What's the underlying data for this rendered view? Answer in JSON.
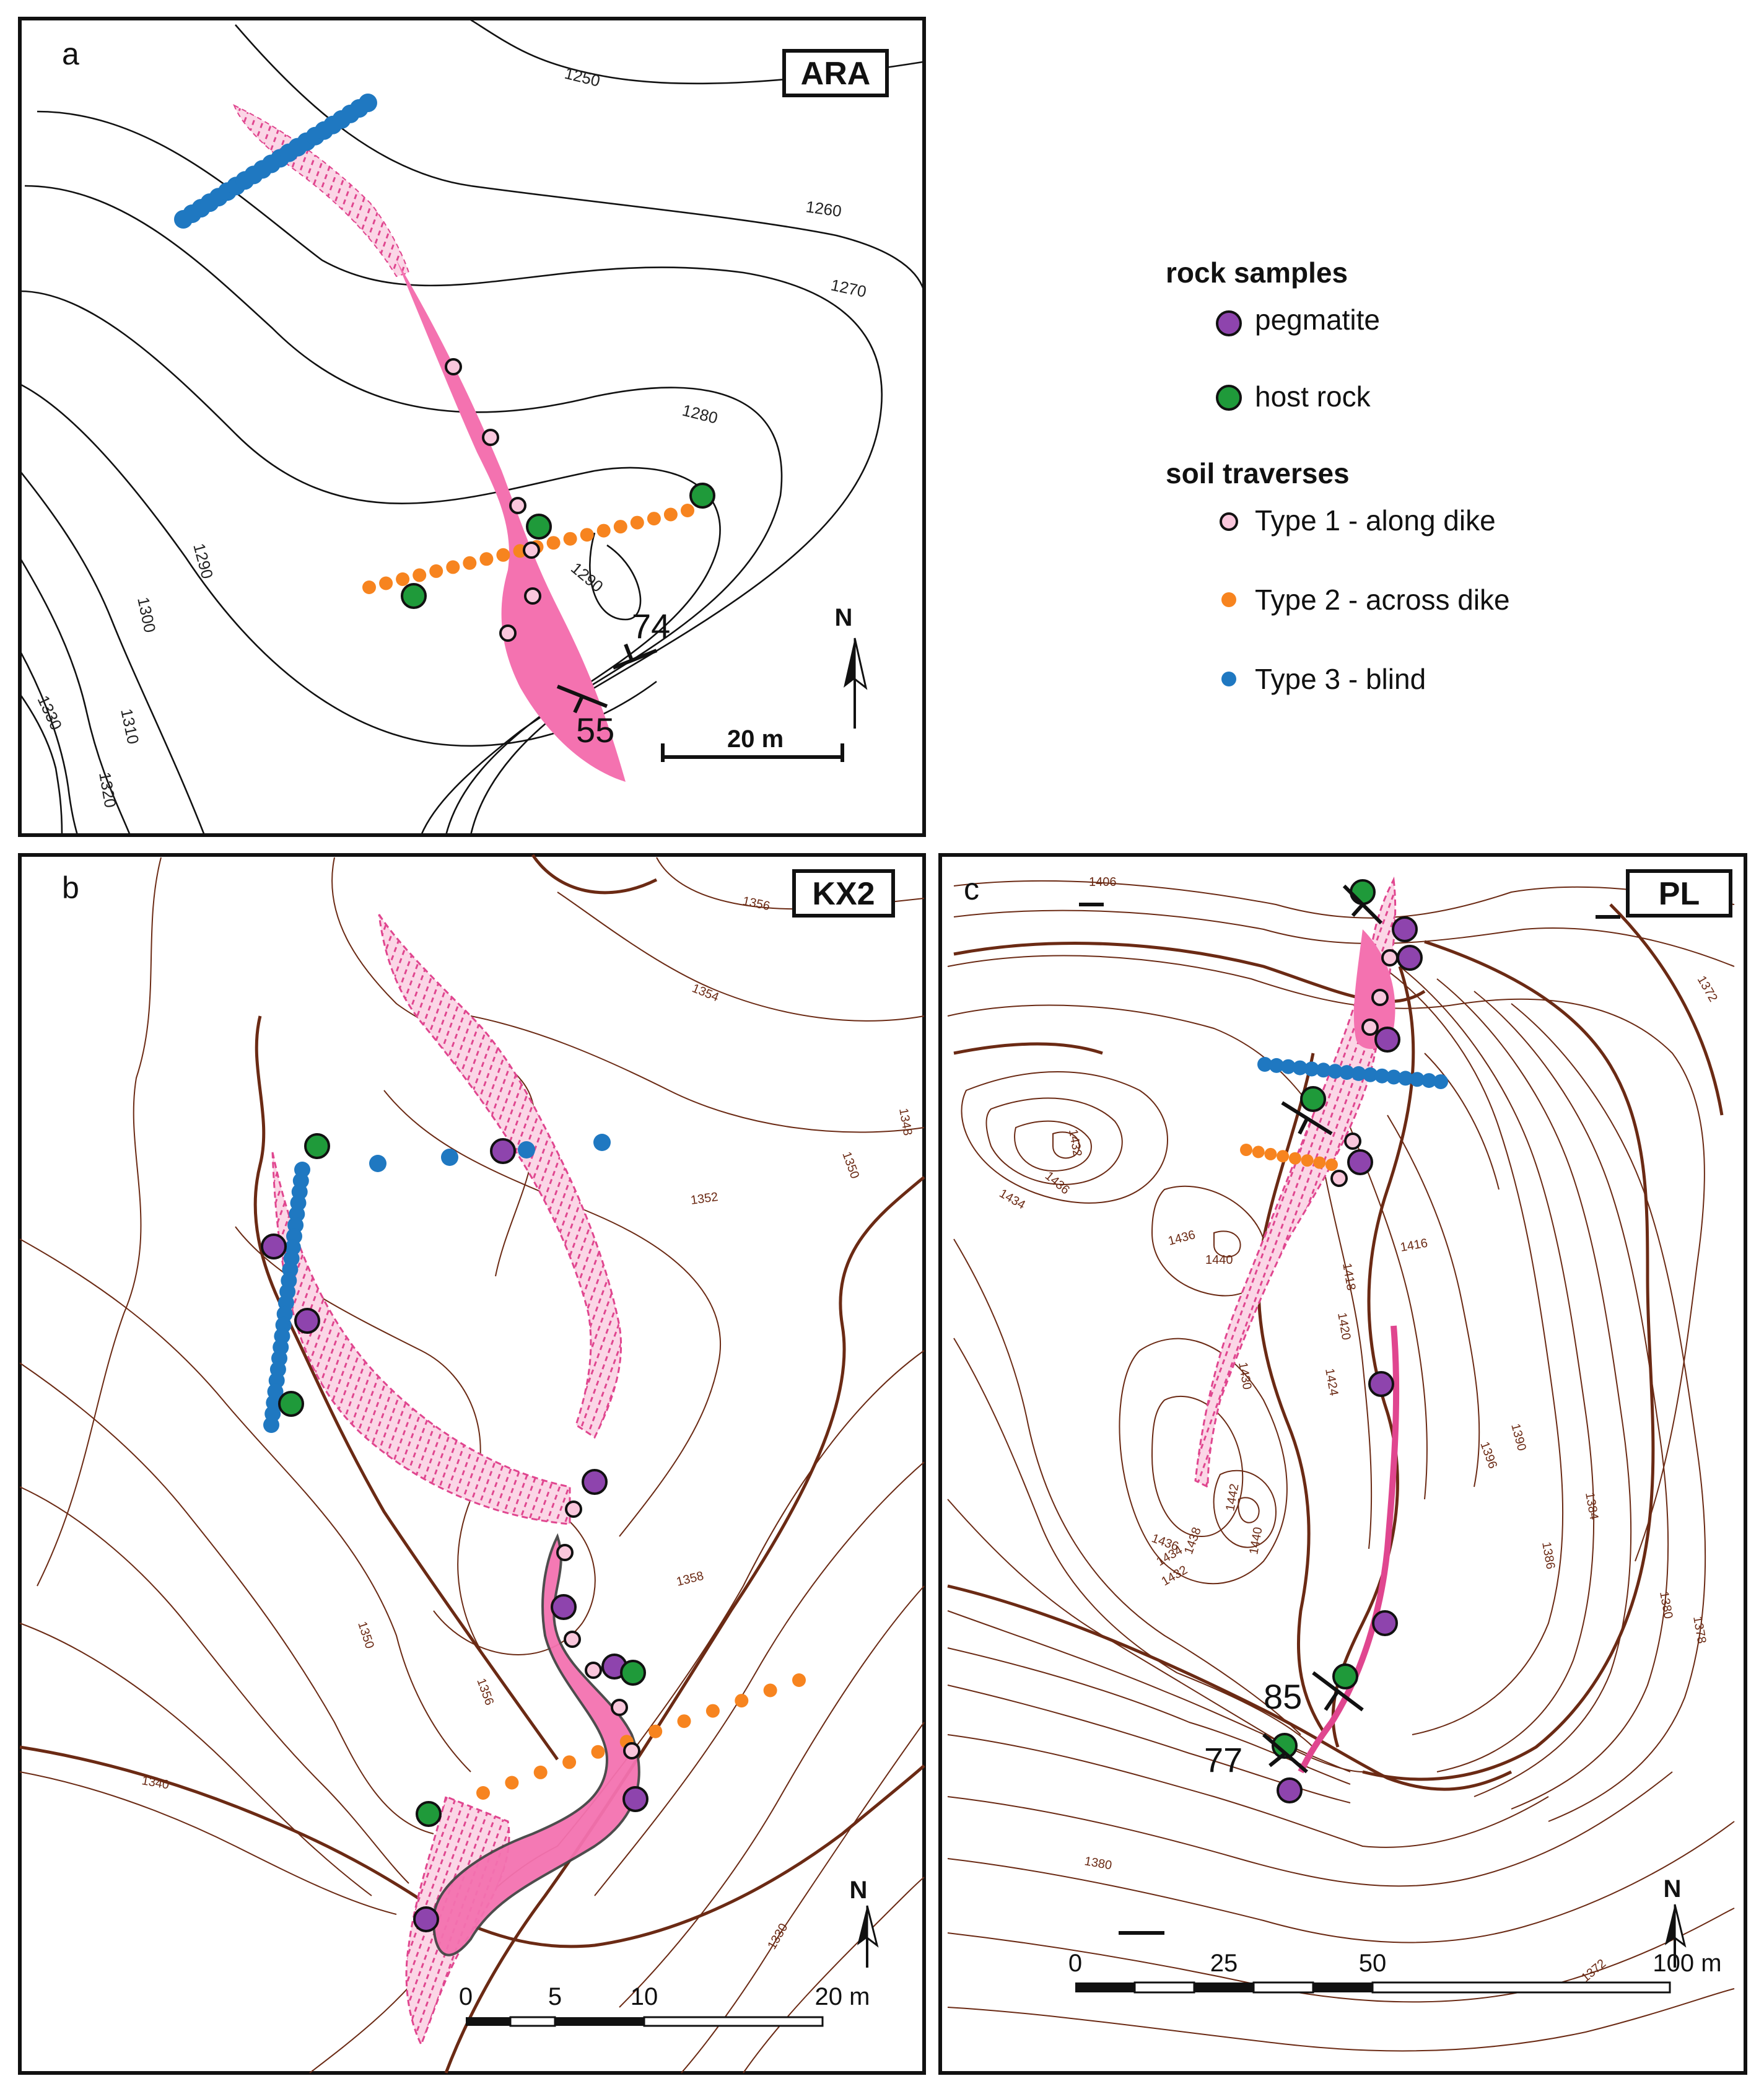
{
  "legend": {
    "rock_samples_title": "rock samples",
    "pegmatite": "pegmatite",
    "host_rock": "host rock",
    "soil_traverses_title": "soil traverses",
    "type1": "Type 1 - along dike",
    "type2": "Type 2 - across dike",
    "type3": "Type 3 - blind"
  },
  "colors": {
    "pegmatite": "#8e44ad",
    "host_rock": "#1f9a3a",
    "type1_fill": "#f9c7dc",
    "type2": "#f7841f",
    "type3": "#1f78c1",
    "dike": "#f472b0",
    "contour_a": "#111111",
    "contour_bc": "#6b2a14"
  },
  "panel_a": {
    "letter": "a",
    "site": "ARA",
    "contour_labels": [
      "1250",
      "1260",
      "1270",
      "1280",
      "1290",
      "1290",
      "1300",
      "1310",
      "1320",
      "1330"
    ],
    "dip_labels": [
      "74",
      "55"
    ],
    "scale_label": "20 m",
    "north": "N"
  },
  "panel_b": {
    "letter": "b",
    "site": "KX2",
    "contour_labels": [
      "1356",
      "1354",
      "1352",
      "1350",
      "1348",
      "1358",
      "1356",
      "1350",
      "1340",
      "1330"
    ],
    "scale_ticks": [
      "0",
      "5",
      "10",
      "20 m"
    ],
    "north": "N"
  },
  "panel_c": {
    "letter": "c",
    "site": "PL",
    "contour_labels": [
      "1406",
      "1372",
      "1432",
      "1436",
      "1434",
      "1436",
      "1440",
      "1418",
      "1416",
      "1420",
      "1424",
      "1430",
      "1442",
      "1440",
      "1436",
      "1434",
      "1438",
      "1432",
      "1396",
      "1390",
      "1384",
      "1386",
      "1380",
      "1378",
      "1380",
      "1372"
    ],
    "dip_labels": [
      "85",
      "77"
    ],
    "scale_ticks": [
      "0",
      "25",
      "50",
      "100 m"
    ],
    "north": "N"
  }
}
